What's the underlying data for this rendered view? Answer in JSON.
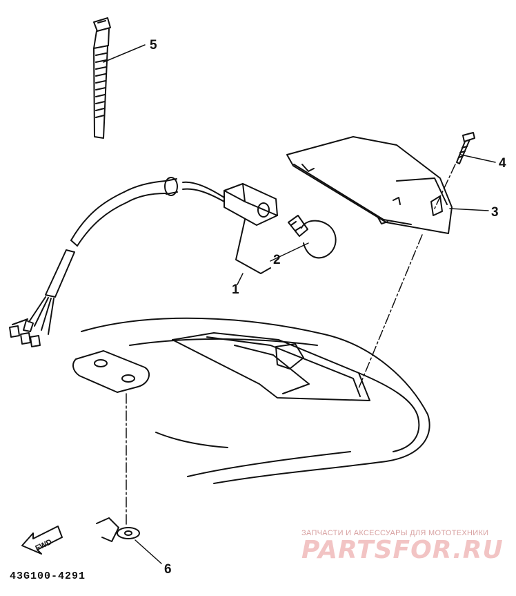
{
  "parts": [
    {
      "num": "1"
    },
    {
      "num": "2"
    },
    {
      "num": "3"
    },
    {
      "num": "4"
    },
    {
      "num": "5"
    },
    {
      "num": "6"
    }
  ],
  "fwd_label": "FWD",
  "diagram_code": "43G100-4291",
  "watermark": {
    "tagline": "ЗАПЧАСТИ И АКСЕССУАРЫ ДЛЯ МОТОТЕХНИКИ",
    "logo": "PARTSFOR.RU"
  },
  "colors": {
    "ink": "#111111",
    "watermark": "#f2c4c4"
  }
}
